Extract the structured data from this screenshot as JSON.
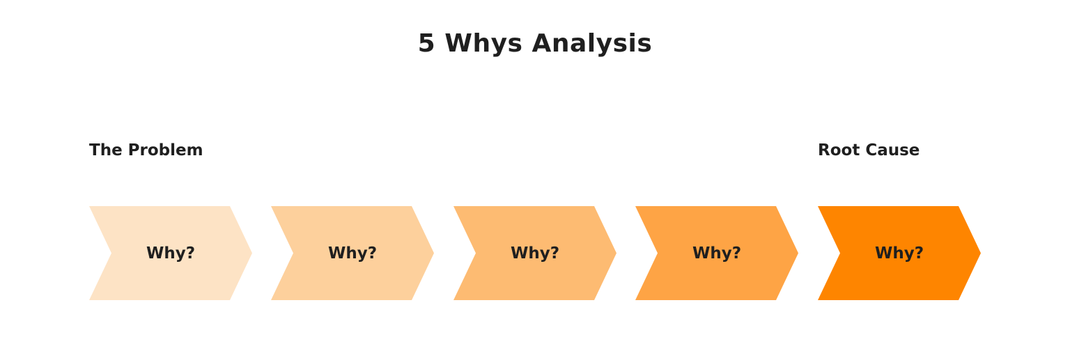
{
  "title": "5 Whys Analysis",
  "labels": {
    "start": "The Problem",
    "end": "Root Cause"
  },
  "steps": [
    {
      "label": "Why?",
      "color": "#fde3c5"
    },
    {
      "label": "Why?",
      "color": "#fdd09c"
    },
    {
      "label": "Why?",
      "color": "#fdbb72"
    },
    {
      "label": "Why?",
      "color": "#fea445"
    },
    {
      "label": "Why?",
      "color": "#fe8500"
    }
  ]
}
